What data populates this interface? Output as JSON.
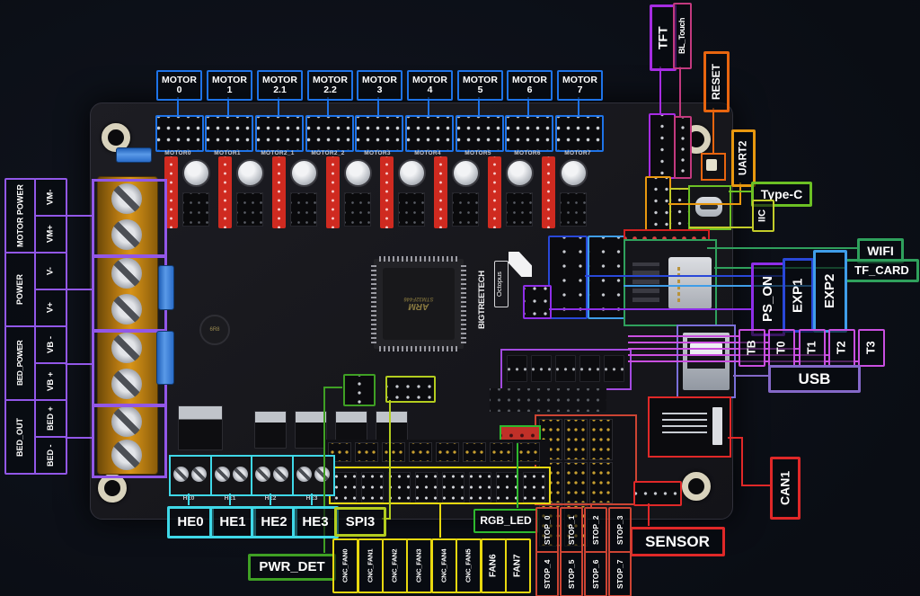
{
  "colors": {
    "motor_blue": "#1e73e8",
    "tft_purple": "#a62ce2",
    "bltouch_pink": "#c2397e",
    "reset_orange": "#e8650f",
    "uart2_amber": "#e8980f",
    "typec_green": "#6cc024",
    "iic_lime": "#c3cc2a",
    "wifi_green": "#2fa05c",
    "ps_on_purple": "#8e2ee8",
    "exp1_blue": "#2948d8",
    "exp2_lightblue": "#3f9de8",
    "thermistor_magenta": "#c94fe0",
    "usb_purple": "#8468c8",
    "can_red": "#e02828",
    "left_purple": "#9257e8",
    "he_cyan": "#3fd8e8",
    "spi3_lime": "#b3cc1f",
    "pwrdet_green": "#3fa024",
    "rgb_green": "#2eb82e",
    "fan_yellow": "#e8d80f",
    "stop_salmon": "#cc4433"
  },
  "board": {
    "brand": "BIGTREETECH",
    "model": "Octopus",
    "chip_line1": "ARM",
    "chip_line2": "STM32F446",
    "inductor_value": "6R8"
  },
  "labels": {
    "motors": [
      {
        "l1": "MOTOR",
        "l2": "0"
      },
      {
        "l1": "MOTOR",
        "l2": "1"
      },
      {
        "l1": "MOTOR",
        "l2": "2.1"
      },
      {
        "l1": "MOTOR",
        "l2": "2.2"
      },
      {
        "l1": "MOTOR",
        "l2": "3"
      },
      {
        "l1": "MOTOR",
        "l2": "4"
      },
      {
        "l1": "MOTOR",
        "l2": "5"
      },
      {
        "l1": "MOTOR",
        "l2": "6"
      },
      {
        "l1": "MOTOR",
        "l2": "7"
      }
    ],
    "tft": "TFT",
    "bl_touch": "BL_Touch",
    "reset": "RESET",
    "uart2": "UART2",
    "type_c": "Type-C",
    "iic": "IIC",
    "wifi": "WIFI",
    "tf_card": "TF_CARD",
    "ps_on": "PS_ON",
    "exp1": "EXP1",
    "exp2": "EXP2",
    "usb": "USB",
    "can1": "CAN1",
    "sensor": "SENSOR",
    "thermistors": [
      "TB",
      "T0",
      "T1",
      "T2",
      "T3"
    ],
    "left_groups": [
      "MOTOR POWER",
      "POWER",
      "BED_POWER",
      "BED_OUT"
    ],
    "left_pins": [
      "VM-",
      "VM+",
      "V-",
      "V+",
      "VB -",
      "VB +",
      "BED +",
      "BED -"
    ],
    "heaters": [
      "HE0",
      "HE1",
      "HE2",
      "HE3"
    ],
    "spi3": "SPI3",
    "pwr_det": "PWR_DET",
    "rgb_led": "RGB_LED",
    "fans": [
      "CNC_FAN0",
      "CNC_FAN1",
      "CNC_FAN2",
      "CNC_FAN3",
      "CNC_FAN4",
      "CNC_FAN5",
      "FAN6",
      "FAN7"
    ],
    "stops": [
      "STOP_0",
      "STOP_1",
      "STOP_2",
      "STOP_3",
      "STOP_4",
      "STOP_5",
      "STOP_6",
      "STOP_7"
    ]
  },
  "silkscreen": {
    "motors": [
      "MOTOR0",
      "MOTOR1",
      "MOTOR2_1",
      "MOTOR2_2",
      "MOTOR3",
      "MOTOR4",
      "MOTOR5",
      "MOTOR6",
      "MOTOR7"
    ],
    "heaters": [
      "HE0",
      "HE1",
      "HE2",
      "HE3"
    ]
  }
}
